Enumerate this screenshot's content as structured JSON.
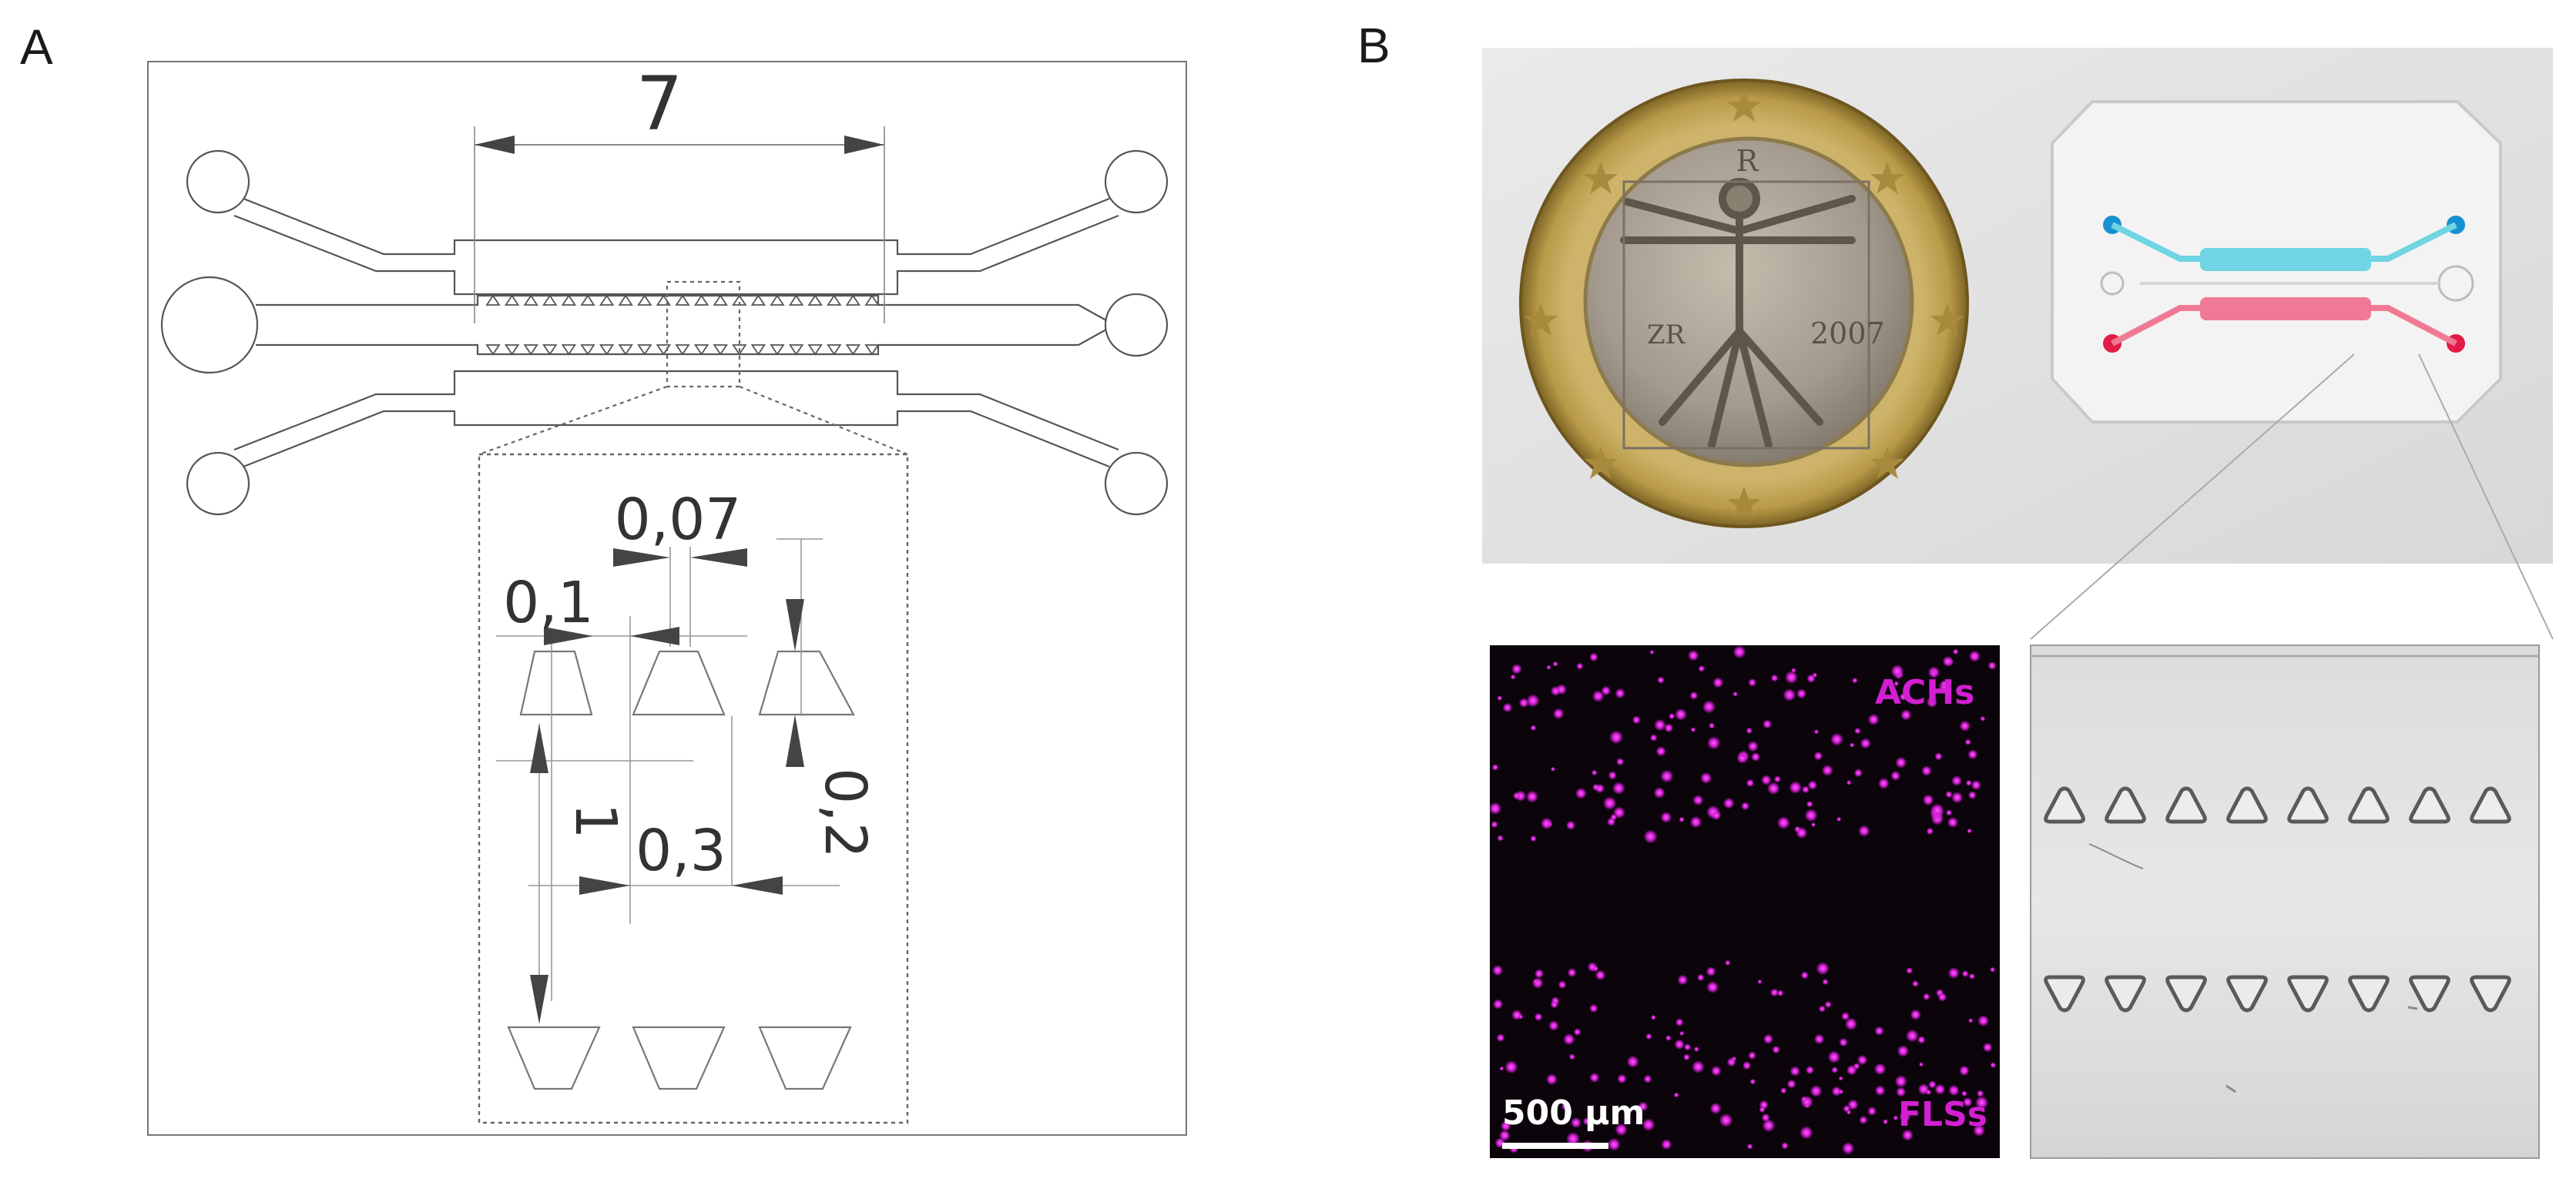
{
  "panel_a": {
    "label": "A",
    "dimensions": {
      "overall_width": "7",
      "gap": "0,07",
      "top_width": "0,1",
      "height": "0,2",
      "spacing": "0,3",
      "pitch": "1"
    }
  },
  "panel_b": {
    "label": "B",
    "coin_inscriptions": {
      "initials": "ZR",
      "year": "2007",
      "mint": "R"
    },
    "fluorescence": {
      "top_label": "ACHs",
      "bottom_label": "FLSs",
      "scale_bar": "500 µm",
      "label_color": "#d21fd2"
    },
    "chip_channel_colors": {
      "top": "#6fd4e3",
      "bottom": "#f07a95"
    }
  }
}
